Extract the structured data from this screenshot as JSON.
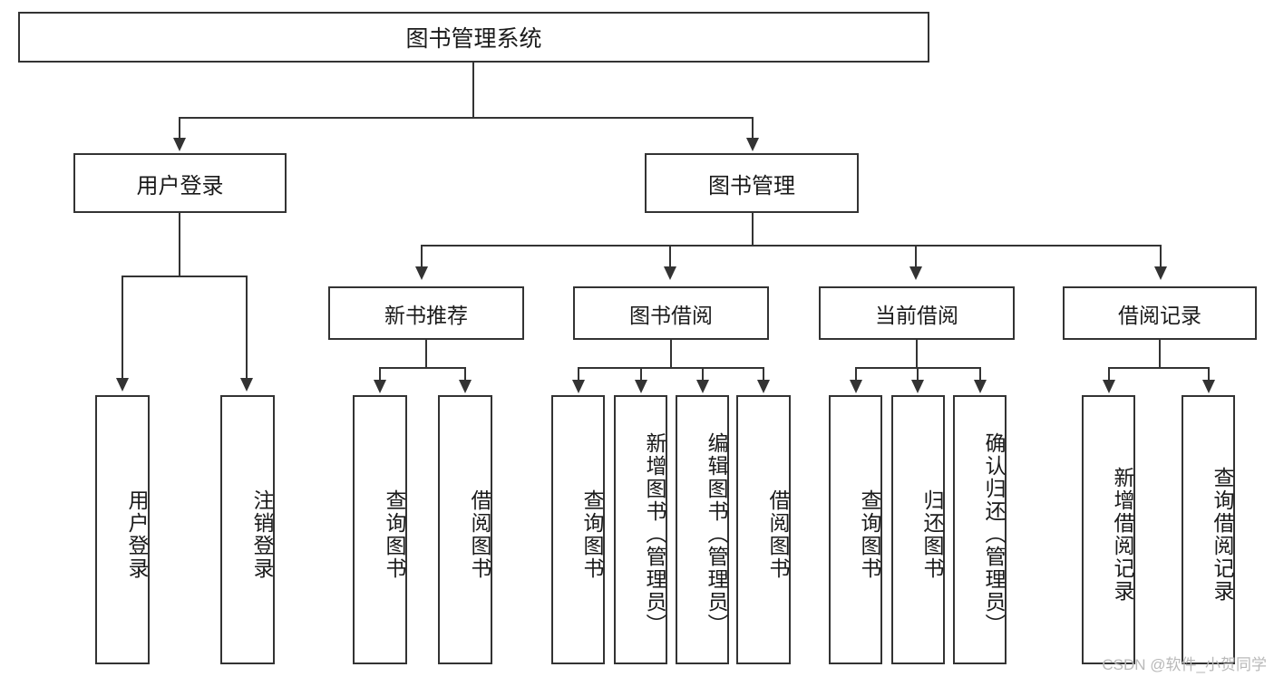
{
  "diagram": {
    "title": "图书管理系统",
    "type": "hierarchy-tree",
    "levels": 4,
    "root": {
      "label": "图书管理系统"
    },
    "level2": [
      {
        "label": "用户登录"
      },
      {
        "label": "图书管理"
      }
    ],
    "level3": [
      {
        "label": "新书推荐"
      },
      {
        "label": "图书借阅"
      },
      {
        "label": "当前借阅"
      },
      {
        "label": "借阅记录"
      }
    ],
    "leaves": {
      "user_login": [
        {
          "label": "用户登录"
        },
        {
          "label": "注销登录"
        }
      ],
      "new_book_recommend": [
        {
          "label": "查询图书"
        },
        {
          "label": "借阅图书"
        }
      ],
      "book_borrow": [
        {
          "label": "查询图书"
        },
        {
          "label": "新增图书（管理员）"
        },
        {
          "label": "编辑图书（管理员）"
        },
        {
          "label": "借阅图书"
        }
      ],
      "current_borrow": [
        {
          "label": "查询图书"
        },
        {
          "label": "归还图书"
        },
        {
          "label": "确认归还（管理员）"
        }
      ],
      "borrow_record": [
        {
          "label": "新增借阅记录"
        },
        {
          "label": "查询借阅记录"
        }
      ]
    }
  },
  "watermark": {
    "text": "CSDN @软件_小贺同学"
  },
  "colors": {
    "stroke": "#333333",
    "background": "#ffffff",
    "text": "#1a1a1a",
    "watermark": "#b9b9b9"
  }
}
